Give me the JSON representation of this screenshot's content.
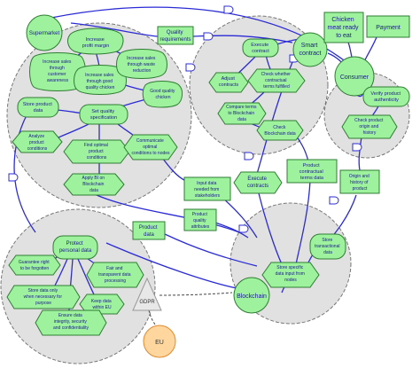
{
  "actors": {
    "supermarket": [
      "Supermarket"
    ],
    "smart_contract": [
      "Smart",
      "contract"
    ],
    "consumer": [
      "Consumer"
    ],
    "blockchain": [
      "Blockchain"
    ],
    "gdpr": [
      "GDPR"
    ],
    "eu": [
      "EU"
    ]
  },
  "elements": {
    "increase_profit": [
      "Increase",
      "profit margin"
    ],
    "increase_sales_awareness": [
      "Increase sales",
      "through",
      "customer",
      "awareness"
    ],
    "increase_sales_quality": [
      "Increase sales",
      "through good",
      "quality chicken"
    ],
    "increase_sales_waste": [
      "Increase sales",
      "through waste",
      "reduction"
    ],
    "good_quality_chicken": [
      "Good quality",
      "chicken"
    ],
    "store_product_data": [
      "Store product",
      "data"
    ],
    "set_quality_spec": [
      "Set quality",
      "specification"
    ],
    "analyze_conditions": [
      "Analyze",
      "product",
      "conditions"
    ],
    "find_optimal_conditions": [
      "Find optimal",
      "product",
      "conditions"
    ],
    "communicate_conditions": [
      "Communicate",
      "optimal",
      "conditions to nodes"
    ],
    "apply_bi": [
      "Apply BI on",
      "Blockchain",
      "data"
    ],
    "quality_requirements": [
      "Quality",
      "requirements"
    ],
    "chicken_meat": [
      "Chicken",
      "meat ready",
      "to eat"
    ],
    "payment": [
      "Payment"
    ],
    "execute_contract": [
      "Execute",
      "contract"
    ],
    "adjust_contracts": [
      "Adjust",
      "contracts"
    ],
    "check_terms_fulfilled": [
      "Check whether",
      "contractual",
      "terms fulfilled"
    ],
    "compare_terms": [
      "Compare terms",
      "to Blockchain",
      "data"
    ],
    "check_blockchain_data": [
      "Check",
      "Blockchain data"
    ],
    "verify_authenticity": [
      "Verify product",
      "authenticity"
    ],
    "check_origin_history": [
      "Check product",
      "origin and",
      "history"
    ],
    "origin_history_data": [
      "Origin and",
      "history of",
      "product"
    ],
    "product_contractual_terms": [
      "Product",
      "contractual",
      "terms data"
    ],
    "execute_contracts": [
      "Execute",
      "contracts"
    ],
    "input_data_needed": [
      "Input data",
      "needed from",
      "stakeholders"
    ],
    "product_quality_attributes": [
      "Product",
      "quality",
      "attributes"
    ],
    "product_data": [
      "Product",
      "data"
    ],
    "store_transactional": [
      "Store",
      "transactional",
      "data"
    ],
    "store_specific_data": [
      "Store specific",
      "data input from",
      "nodes"
    ],
    "protect_personal_data": [
      "Protect",
      "personal data"
    ],
    "guarantee_forgotten": [
      "Guarantee right",
      "to be forgotten"
    ],
    "fair_transparent": [
      "Fair and",
      "transparent data",
      "processing"
    ],
    "store_data_necessary": [
      "Store data only",
      "when necessary for",
      "purpose"
    ],
    "keep_data_eu": [
      "Keep data",
      "within EU"
    ],
    "ensure_integrity": [
      "Ensure data",
      "integrity, security",
      "and confidentiality"
    ]
  },
  "colors": {
    "element_fill": "#9ef29e",
    "link": "#2b2bd6",
    "boundary_fill": "#e1e1e1",
    "eu_fill": "#ffd79e",
    "text": "#1a1a8c"
  }
}
